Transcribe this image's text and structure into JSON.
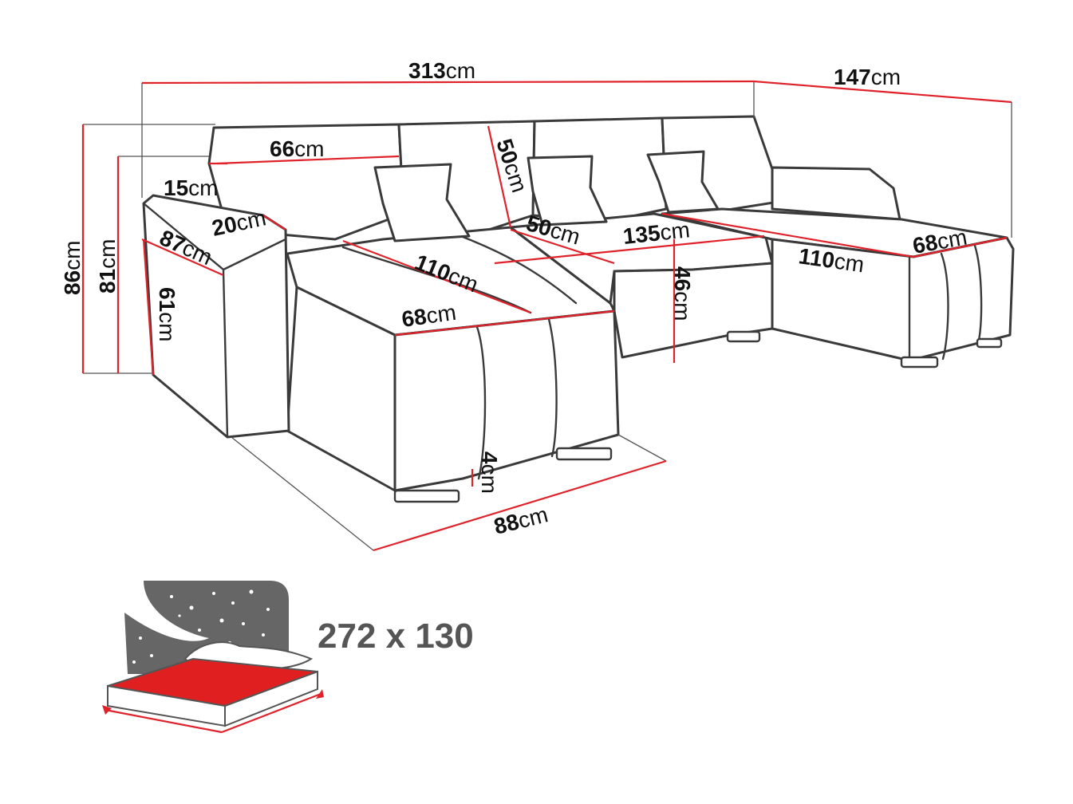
{
  "dimensions": {
    "total_width": {
      "value": "313",
      "unit": "cm"
    },
    "right_chaise_width": {
      "value": "147",
      "unit": "cm"
    },
    "total_height": {
      "value": "86",
      "unit": "cm"
    },
    "back_height": {
      "value": "81",
      "unit": "cm"
    },
    "cushion_width": {
      "value": "66",
      "unit": "cm"
    },
    "backrest_offset": {
      "value": "15",
      "unit": "cm"
    },
    "armrest_width": {
      "value": "20",
      "unit": "cm"
    },
    "armrest_depth": {
      "value": "87",
      "unit": "cm"
    },
    "armrest_height": {
      "value": "61",
      "unit": "cm"
    },
    "backrest_height": {
      "value": "50",
      "unit": "cm"
    },
    "left_chaise_length": {
      "value": "110",
      "unit": "cm"
    },
    "left_chaise_width": {
      "value": "68",
      "unit": "cm"
    },
    "seat_depth": {
      "value": "50",
      "unit": "cm"
    },
    "middle_seat_width": {
      "value": "135",
      "unit": "cm"
    },
    "seat_height": {
      "value": "46",
      "unit": "cm"
    },
    "right_chaise_length": {
      "value": "110",
      "unit": "cm"
    },
    "right_chaise_depth": {
      "value": "68",
      "unit": "cm"
    },
    "leg_height": {
      "value": "4",
      "unit": "cm"
    },
    "total_depth": {
      "value": "88",
      "unit": "cm"
    }
  },
  "sleeping_area": {
    "label": "272 x 130"
  },
  "colors": {
    "dimension_line": "#e0222a",
    "outline": "#3a3a3a",
    "mattress": "#e02020",
    "night_sky": "#666666"
  }
}
